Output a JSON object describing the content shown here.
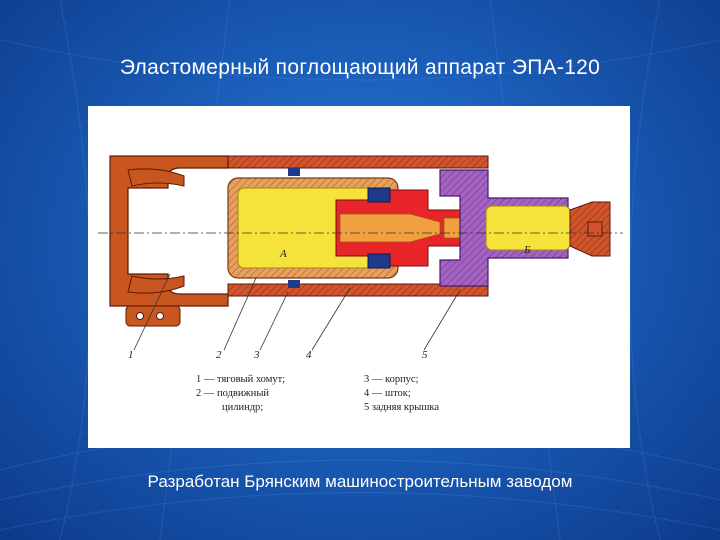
{
  "slide": {
    "title": "Эластомерный поглощающий аппарат ЭПА-120",
    "caption": "Разработан Брянским машиностроительным заводом"
  },
  "diagram": {
    "region_labels": {
      "a": "А",
      "b": "Б"
    },
    "callouts": [
      "1",
      "2",
      "3",
      "4",
      "5"
    ],
    "legend": {
      "left": [
        "1 — тяговый хомут;",
        "2 — подвижный",
        "цилиндр;"
      ],
      "right": [
        "3 — корпус;",
        "4 — шток;",
        "5  задняя крышка"
      ]
    }
  },
  "colors": {
    "background": "#1a5db8",
    "clamp": "#c9561e",
    "cylinder_fill": "#f5e23a",
    "housing": "#d0542c",
    "rod": "#e8262a",
    "cover": "#9b59b6",
    "seal": "#1e3a8a"
  }
}
